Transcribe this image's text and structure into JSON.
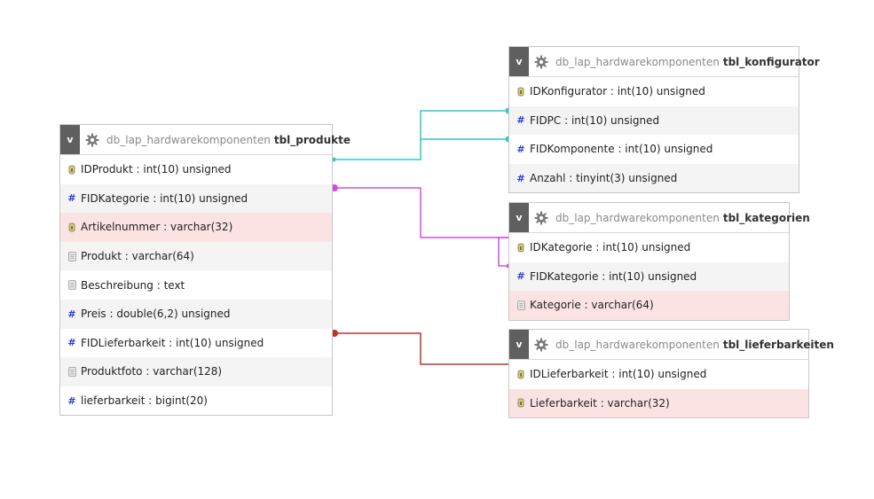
{
  "tables": [
    {
      "id": "tbl_produkte",
      "toggle_label": "v",
      "database": "db_lap_hardwarekomponenten",
      "name": "tbl_produkte",
      "columns": [
        {
          "text": "IDProdukt : int(10) unsigned",
          "icon": "key-icon",
          "style": "plain"
        },
        {
          "text": "FIDKategorie : int(10) unsigned",
          "icon": "hash-icon",
          "style": "alt"
        },
        {
          "text": "Artikelnummer : varchar(32)",
          "icon": "key-icon",
          "style": "pink"
        },
        {
          "text": "Produkt : varchar(64)",
          "icon": "text-icon",
          "style": "alt"
        },
        {
          "text": "Beschreibung : text",
          "icon": "text-icon",
          "style": "plain"
        },
        {
          "text": "Preis : double(6,2) unsigned",
          "icon": "hash-icon",
          "style": "alt"
        },
        {
          "text": "FIDLieferbarkeit : int(10) unsigned",
          "icon": "hash-icon",
          "style": "plain"
        },
        {
          "text": "Produktfoto : varchar(128)",
          "icon": "text-icon",
          "style": "alt"
        },
        {
          "text": "lieferbarkeit : bigint(20)",
          "icon": "hash-icon",
          "style": "plain"
        }
      ]
    },
    {
      "id": "tbl_konfigurator",
      "toggle_label": "v",
      "database": "db_lap_hardwarekomponenten",
      "name": "tbl_konfigurator",
      "columns": [
        {
          "text": "IDKonfigurator : int(10) unsigned",
          "icon": "key-icon",
          "style": "plain"
        },
        {
          "text": "FIDPC : int(10) unsigned",
          "icon": "hash-icon",
          "style": "alt"
        },
        {
          "text": "FIDKomponente : int(10) unsigned",
          "icon": "hash-icon",
          "style": "plain"
        },
        {
          "text": "Anzahl : tinyint(3) unsigned",
          "icon": "hash-icon",
          "style": "alt"
        }
      ]
    },
    {
      "id": "tbl_kategorien",
      "toggle_label": "v",
      "database": "db_lap_hardwarekomponenten",
      "name": "tbl_kategorien",
      "columns": [
        {
          "text": "IDKategorie : int(10) unsigned",
          "icon": "key-icon",
          "style": "plain"
        },
        {
          "text": "FIDKategorie : int(10) unsigned",
          "icon": "hash-icon",
          "style": "alt"
        },
        {
          "text": "Kategorie : varchar(64)",
          "icon": "text-icon",
          "style": "pink"
        }
      ]
    },
    {
      "id": "tbl_lieferbarkeiten",
      "toggle_label": "v",
      "database": "db_lap_hardwarekomponenten",
      "name": "tbl_lieferbarkeiten",
      "columns": [
        {
          "text": "IDLieferbarkeit : int(10) unsigned",
          "icon": "key-icon",
          "style": "plain"
        },
        {
          "text": "Lieferbarkeit : varchar(32)",
          "icon": "key-icon",
          "style": "pink"
        }
      ]
    }
  ],
  "colors": {
    "relation_konfigurator": "#33c7cc",
    "relation_kategorien": "#d14fe0",
    "relation_lieferbarkeiten": "#b8362f",
    "header_toggle": "#5f5f5f",
    "row_alt": "#f4f4f4",
    "row_pink": "#fbe3e4",
    "hash_icon": "#2b3fd6"
  }
}
